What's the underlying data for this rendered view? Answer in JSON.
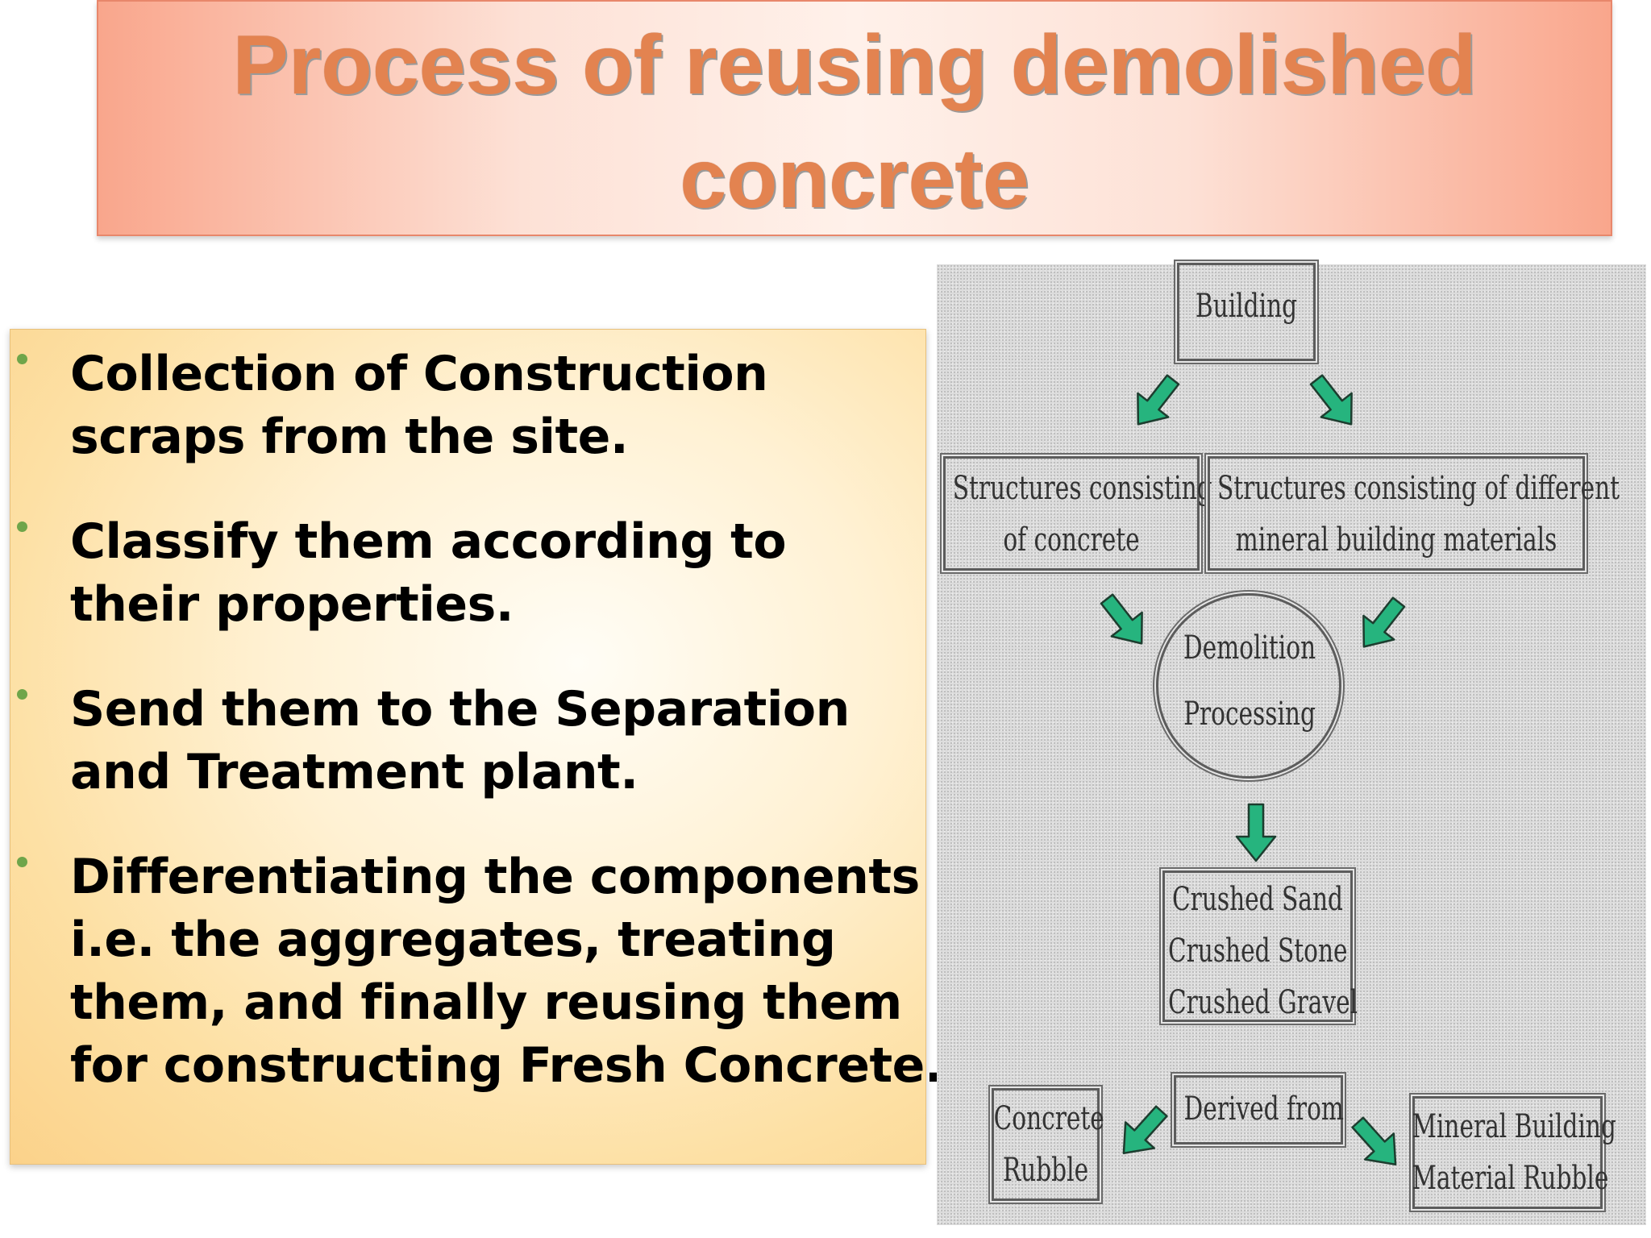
{
  "slide": {
    "title_line1": "Process of reusing demolished",
    "title_line2": "concrete"
  },
  "bullets": [
    {
      "line1": "Collection of Construction",
      "line2": "scraps  from the site."
    },
    {
      "line1": "Classify them according to",
      "line2": "their  properties."
    },
    {
      "line1": "Send them to the Separation",
      "line2": "and  Treatment plant."
    },
    {
      "line1": "Differentiating the components",
      "line2": "i.e.  the aggregates, treating",
      "line3": "them, and  finally reusing them",
      "line4": "for  constructing Fresh Concrete."
    }
  ],
  "diagram": {
    "building": "Building",
    "structures_concrete": [
      "Structures consisting",
      "of concrete"
    ],
    "structures_mineral": [
      "Structures consisting of different",
      "mineral building materials"
    ],
    "demolition": [
      "Demolition",
      "Processing"
    ],
    "crushed": [
      "Crushed Sand",
      "Crushed Stone",
      "Crushed Gravel"
    ],
    "derived_from": "Derived from",
    "concrete_rubble": [
      "Concrete",
      "Rubble"
    ],
    "mineral_rubble": [
      "Mineral Building",
      "Material  Rubble"
    ]
  },
  "colors": {
    "title_text": "#e38350",
    "bullet_dot": "#6fa54a",
    "arrow_fill": "#26b47e"
  }
}
